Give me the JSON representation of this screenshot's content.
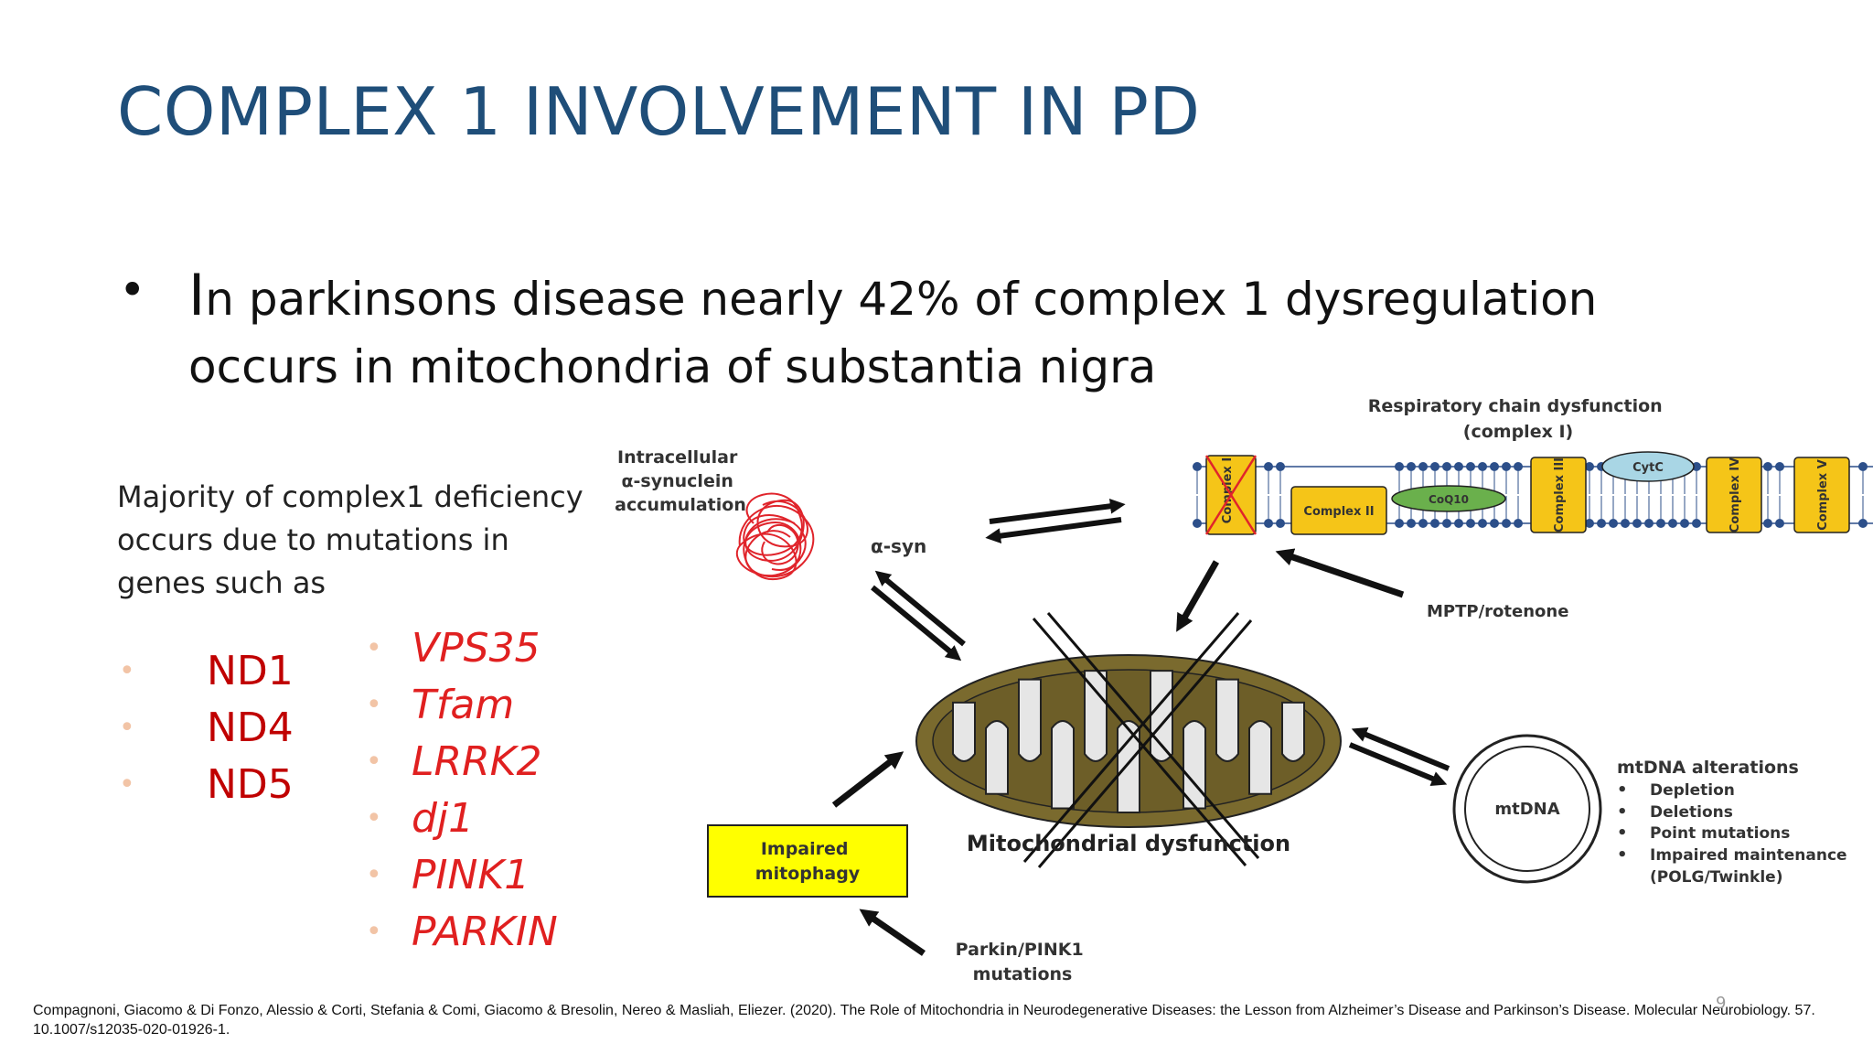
{
  "slide": {
    "title": "COMPLEX 1 INVOLVEMENT IN PD",
    "bullet": {
      "first_letter": "I",
      "text_rest": "n parkinsons disease nearly 42% of complex 1 dysregulation occurs in mitochondria of substantia nigra"
    },
    "majority_text": "Majority of complex1 deficiency occurs due to mutations in genes such as",
    "genes_left": [
      "ND1",
      "ND4",
      "ND5"
    ],
    "genes_right": [
      "VPS35",
      "Tfam",
      "LRRK2",
      "dj1",
      "PINK1",
      "PARKIN"
    ],
    "citation": "Compagnoni, Giacomo & Di Fonzo, Alessio & Corti, Stefania & Comi, Giacomo & Bresolin, Nereo & Masliah, Eliezer. (2020). The Role of Mitochondria in Neurodegenerative Diseases: the Lesson from Alzheimer’s Disease and Parkinson’s Disease. Molecular Neurobiology. 57. 10.1007/s12035-020-01926-1.",
    "page_number": "9"
  },
  "diagram": {
    "alpha_syn_title": [
      "Intracellular",
      "α-synuclein",
      "accumulation"
    ],
    "alpha_syn_label": "α-syn",
    "resp_title": [
      "Respiratory chain dysfunction",
      "(complex I)"
    ],
    "complex_1": "Complex I",
    "complex_2": "Complex II",
    "coq10": "CoQ10",
    "complex_3": "Complex III",
    "cytc": "CytC",
    "complex_4": "Complex IV",
    "complex_5": "Complex V",
    "mptp": "MPTP/rotenone",
    "mito_label": "Mitochondrial dysfunction",
    "mtdna_label": "mtDNA",
    "mtdna_title": "mtDNA alterations",
    "mtdna_items": [
      "Depletion",
      "Deletions",
      "Point mutations",
      "Impaired maintenance"
    ],
    "mtdna_note": "(POLG/Twinkle)",
    "mitophagy": [
      "Impaired",
      "mitophagy"
    ],
    "parkin": [
      "Parkin/PINK1",
      "mutations"
    ]
  },
  "colors": {
    "title": "#1f4e79",
    "gene_red": "#c00000",
    "gene_italic_red": "#e02020",
    "bullet_peach": "#f2c4a6",
    "complex_yellow": "#f5c518",
    "coq10_green": "#6ab04c",
    "cytc_blue": "#a9d6e5",
    "mito_olive": "#7a6a2e",
    "mitophagy_yellow": "#ffff00",
    "membrane_blue": "#2c4f8a"
  }
}
